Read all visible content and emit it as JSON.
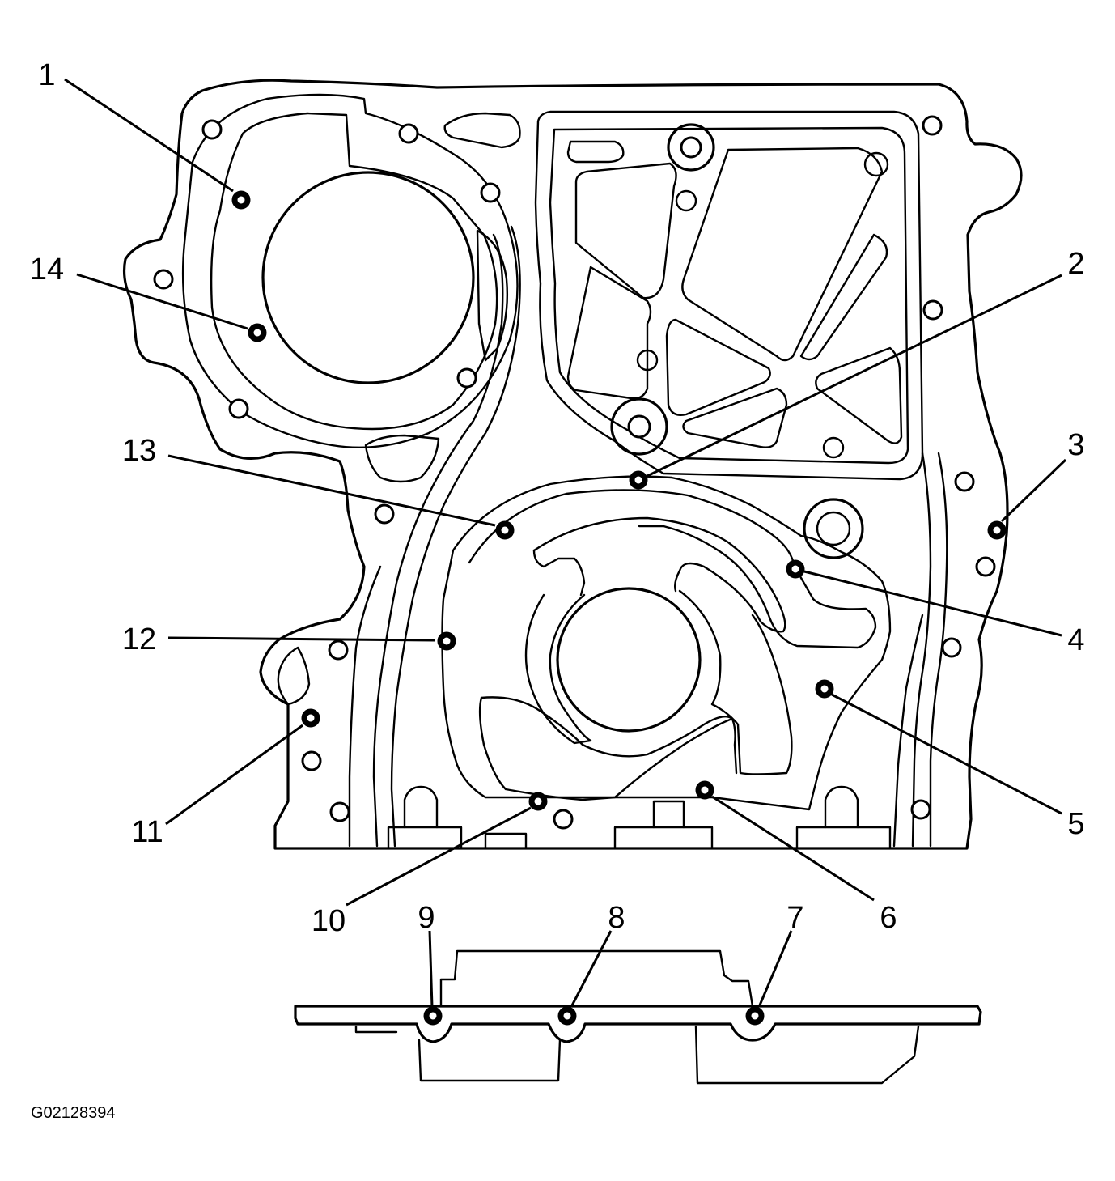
{
  "figure_id": "G02128394",
  "callouts": [
    "1",
    "2",
    "3",
    "4",
    "5",
    "6",
    "7",
    "8",
    "9",
    "10",
    "11",
    "12",
    "13",
    "14"
  ]
}
